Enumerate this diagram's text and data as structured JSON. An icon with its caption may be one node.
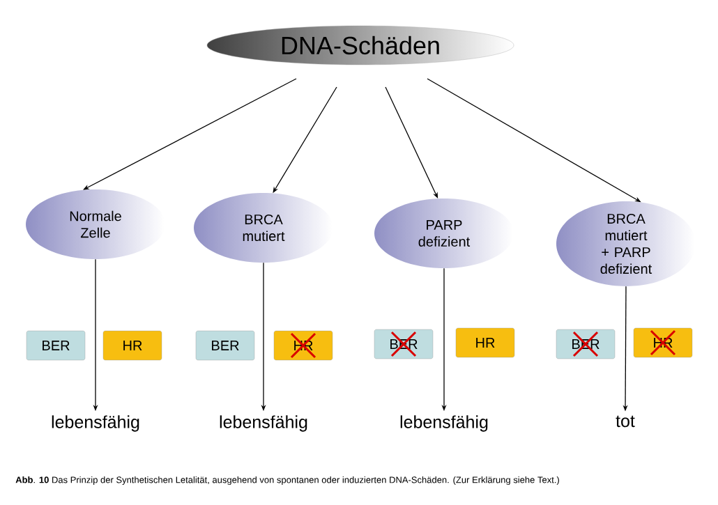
{
  "diagram": {
    "caption": "**Abb**. **10** Das Prinzip der Synthetischen Letalität, ausgehend von spontanen oder induzierten DNA-Schäden. (Zur Erklärung siehe Text.)",
    "nodes": [
      {
        "text": [
          "DNA-Schäden"
        ]
      },
      {
        "text": [
          "Normale Zelle"
        ]
      },
      {
        "text": [
          "BRCA mutiert"
        ]
      },
      {
        "text": [
          "PARP defizient"
        ]
      },
      {
        "text": [
          "BRCA mutiert + PARP defizient"
        ]
      },
      {
        "text": [
          "lebensfähig"
        ]
      },
      {
        "text": [
          "lebensfähig"
        ]
      },
      {
        "text": [
          "lebensfähig"
        ]
      },
      {
        "text": [
          "tot"
        ]
      },
      {
        "text": [
          "BER"
        ]
      },
      {
        "text": [
          "HR"
        ]
      },
      {
        "text": [
          "BER"
        ]
      },
      {
        "text": [
          "HR"
        ]
      },
      {
        "text": [
          "BER"
        ]
      },
      {
        "text": [
          "HR"
        ]
      },
      {
        "text": [
          "BER"
        ]
      },
      {
        "text": [
          "HR"
        ]
      }
    ],
    "edges": [
      {
        "from": 0,
        "to": 1,
        "arrow": "to"
      },
      {
        "from": 0,
        "to": 2,
        "arrow": "to"
      },
      {
        "from": 0,
        "to": 3,
        "arrow": "to"
      },
      {
        "from": 0,
        "to": 4,
        "arrow": "to"
      },
      {
        "from": 1,
        "to": 5,
        "arrow": "to"
      },
      {
        "from": 2,
        "to": 6,
        "arrow": "to"
      },
      {
        "from": 3,
        "to": 7,
        "arrow": "to"
      },
      {
        "from": 4,
        "to": 8,
        "arrow": "to"
      }
    ]
  }
}
